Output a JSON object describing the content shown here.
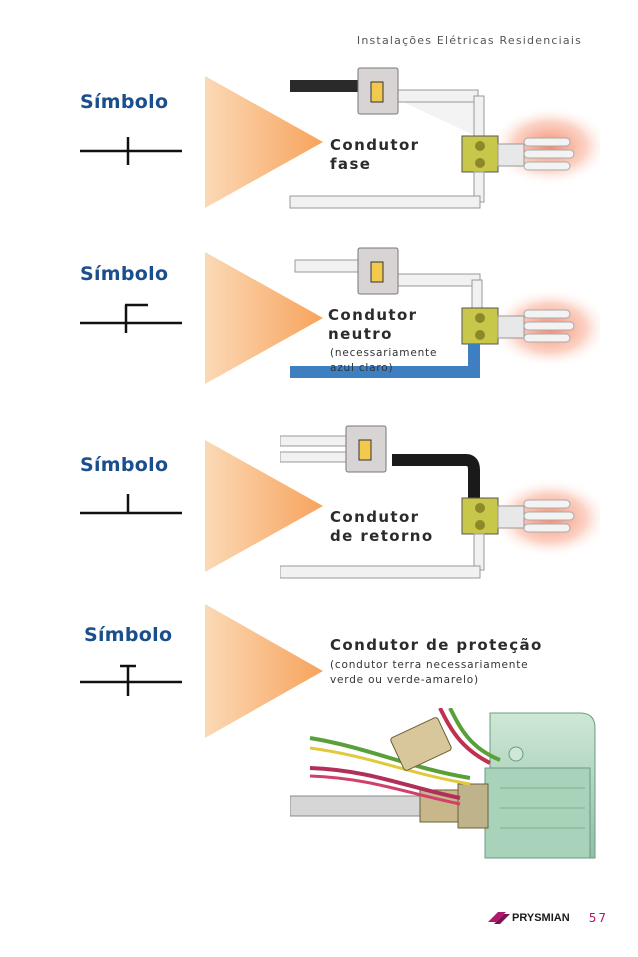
{
  "header": {
    "title": "Instalações Elétricas Residenciais"
  },
  "colors": {
    "title_blue": "#1a4e8c",
    "fan_orange": "#f7a35c",
    "neutral_blue": "#3e7fc1",
    "page_number": "#b0186e"
  },
  "sections": [
    {
      "symbol_title": "Símbolo",
      "symbol_type": "fase",
      "label": "Condutor\nfase",
      "note": ""
    },
    {
      "symbol_title": "Símbolo",
      "symbol_type": "neutro",
      "label": "Condutor\nneutro",
      "note": "(necessariamente\nazul claro)"
    },
    {
      "symbol_title": "Símbolo",
      "symbol_type": "retorno",
      "label": "Condutor\nde retorno",
      "note": ""
    },
    {
      "symbol_title": "Símbolo",
      "symbol_type": "protecao",
      "label": "Condutor de proteção",
      "note": "(condutor terra necessariamente\nverde ou verde-amarelo)"
    }
  ],
  "footer": {
    "brand": "PRYSMIAN",
    "page_number": "57"
  }
}
